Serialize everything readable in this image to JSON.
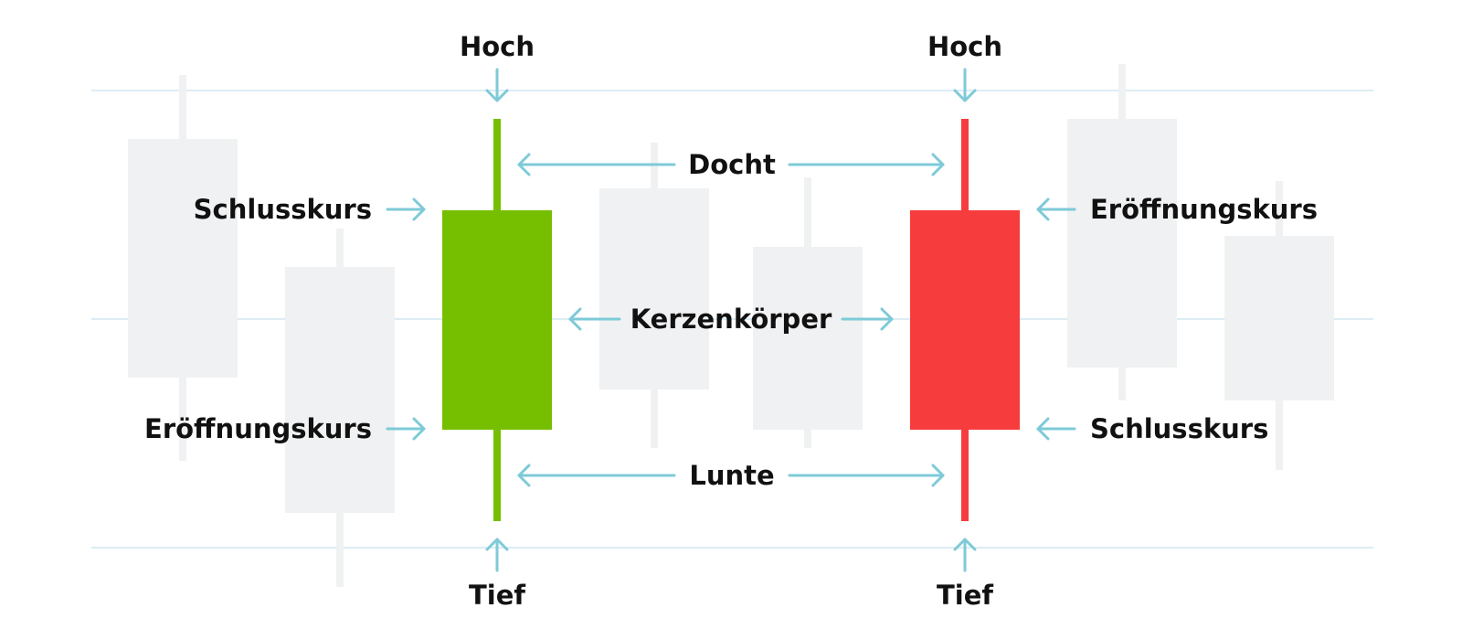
{
  "title": "Candlestick anatomy",
  "colors": {
    "bullish": "#75bf00",
    "bearish": "#f73c3e",
    "background_candle": "#f0f1f2",
    "gridline": "#dcecf3",
    "arrow": "#7ecad8",
    "text": "#111111"
  },
  "labels": {
    "high_left": "Hoch",
    "high_right": "Hoch",
    "low_left": "Tief",
    "low_right": "Tief",
    "wick_upper": "Docht",
    "wick_lower": "Lunte",
    "body": "Kerzenkörper",
    "close_left": "Schlusskurs",
    "open_left": "Eröffnungskurs",
    "open_right": "Eröffnungskurs",
    "close_right": "Schlusskurs"
  },
  "candles": {
    "bullish": {
      "name": "green-candle",
      "open": 20,
      "close": 60,
      "high": 77,
      "low": 3
    },
    "bearish": {
      "name": "red-candle",
      "open": 60,
      "close": 20,
      "high": 77,
      "low": 3
    }
  }
}
